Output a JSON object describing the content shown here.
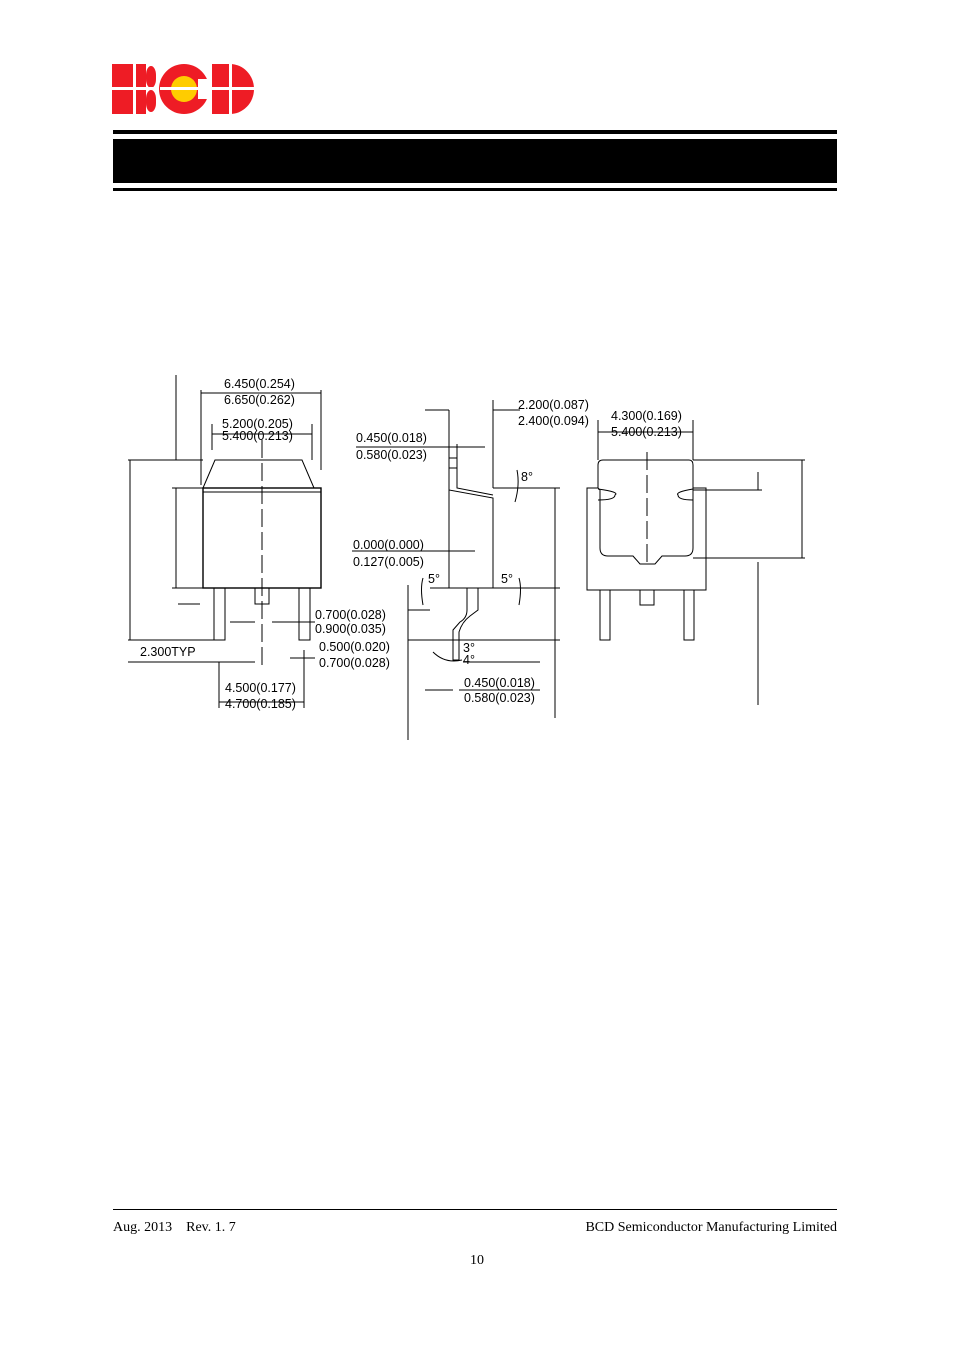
{
  "header": {
    "logo_text": "BCD",
    "colors": {
      "logo_red": "#ee1c25",
      "logo_yellow": "#ffcc00",
      "bar": "#000000"
    }
  },
  "drawing": {
    "front_view": {
      "width_outer_min": "6.450(0.254)",
      "width_outer_max": "6.650(0.262)",
      "width_tab_min": "5.200(0.205)",
      "width_tab_max": "5.400(0.213)",
      "pin_width_min": "0.700(0.028)",
      "pin_width_max": "0.900(0.035)",
      "pin_width2_min": "0.500(0.020)",
      "pin_width2_max": "0.700(0.028)",
      "pitch": "2.300TYP",
      "pin_span_min": "4.500(0.177)",
      "pin_span_max": "4.700(0.185)"
    },
    "side_view": {
      "tab_thickness_min": "0.450(0.018)",
      "tab_thickness_max": "0.580(0.023)",
      "body_thickness_min": "2.200(0.087)",
      "body_thickness_max": "2.400(0.094)",
      "standoff_min": "0.000(0.000)",
      "standoff_max": "0.127(0.005)",
      "lead_thickness_min": "0.450(0.018)",
      "lead_thickness_max": "0.580(0.023)",
      "angle_top": "8°",
      "angle_left": "5°",
      "angle_right": "5°",
      "angle_lead_min": "3°",
      "angle_lead_max": "4°"
    },
    "back_view": {
      "width_min": "4.300(0.169)",
      "width_max": "5.400(0.213)"
    }
  },
  "footer": {
    "date_rev": "Aug. 2013    Rev. 1. 7",
    "company": "BCD Semiconductor Manufacturing Limited",
    "page_number": "10"
  }
}
